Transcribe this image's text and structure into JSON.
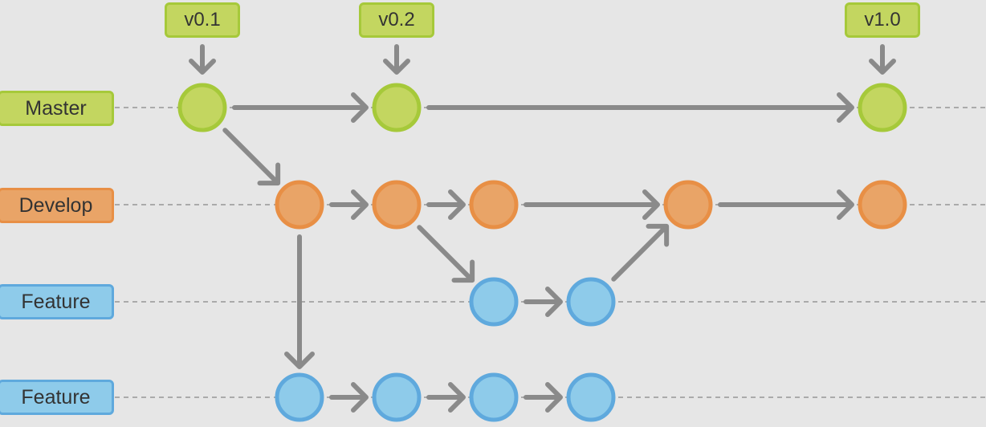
{
  "colors": {
    "background": "#e6e6e6",
    "arrow": "#8a8a8a",
    "master_fill": "#c3d660",
    "master_stroke": "#a6c93a",
    "develop_fill": "#e9a467",
    "develop_stroke": "#e88f45",
    "feature_fill": "#8ecbea",
    "feature_stroke": "#5fa9dd"
  },
  "branches": [
    {
      "label": "Master",
      "type": "master",
      "commits": [
        0,
        2,
        6
      ]
    },
    {
      "label": "Develop",
      "type": "develop",
      "commits": [
        1,
        2,
        3,
        5,
        6
      ]
    },
    {
      "label": "Feature",
      "type": "feature",
      "commits": [
        3,
        4
      ]
    },
    {
      "label": "Feature",
      "type": "feature",
      "commits": [
        1,
        2,
        3,
        4
      ]
    }
  ],
  "tags": [
    {
      "label": "v0.1",
      "column": 0
    },
    {
      "label": "v0.2",
      "column": 2
    },
    {
      "label": "v1.0",
      "column": 6
    }
  ],
  "edges": [
    [
      [
        0,
        0
      ],
      [
        0,
        2
      ]
    ],
    [
      [
        0,
        2
      ],
      [
        0,
        6
      ]
    ],
    [
      [
        0,
        0
      ],
      [
        1,
        1
      ]
    ],
    [
      [
        1,
        1
      ],
      [
        1,
        2
      ]
    ],
    [
      [
        1,
        2
      ],
      [
        1,
        3
      ]
    ],
    [
      [
        1,
        3
      ],
      [
        1,
        5
      ]
    ],
    [
      [
        1,
        5
      ],
      [
        1,
        6
      ]
    ],
    [
      [
        1,
        2
      ],
      [
        2,
        3
      ]
    ],
    [
      [
        2,
        3
      ],
      [
        2,
        4
      ]
    ],
    [
      [
        2,
        4
      ],
      [
        1,
        5
      ]
    ],
    [
      [
        1,
        1
      ],
      [
        3,
        1
      ]
    ],
    [
      [
        3,
        1
      ],
      [
        3,
        2
      ]
    ],
    [
      [
        3,
        2
      ],
      [
        3,
        3
      ]
    ],
    [
      [
        3,
        3
      ],
      [
        3,
        4
      ]
    ]
  ]
}
